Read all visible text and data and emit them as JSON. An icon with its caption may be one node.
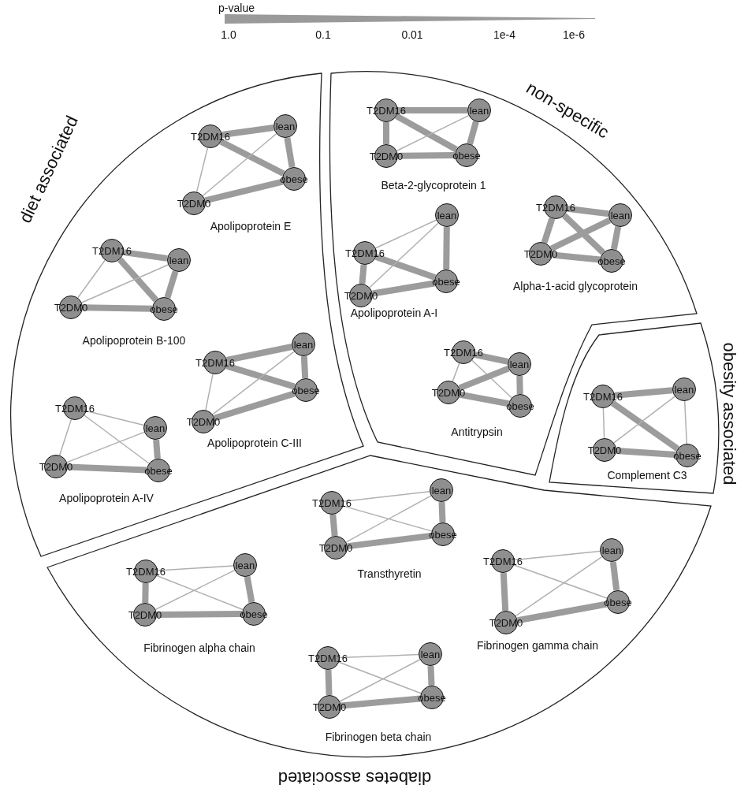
{
  "diagram": {
    "nodes": [
      {
        "text": [
          "diet associated"
        ]
      },
      {
        "text": [
          "T2DM16"
        ],
        "in": 0
      },
      {
        "text": [
          "lean"
        ],
        "in": 0
      },
      {
        "text": [
          "obese"
        ],
        "in": 0
      },
      {
        "text": [
          "T2DM0"
        ],
        "in": 0
      },
      {
        "text": [
          "T2DM16"
        ],
        "in": 0
      },
      {
        "text": [
          "lean"
        ],
        "in": 0
      },
      {
        "text": [
          "obese"
        ],
        "in": 0
      },
      {
        "text": [
          "T2DM0"
        ],
        "in": 0
      },
      {
        "text": [
          "T2DM16"
        ],
        "in": 0
      },
      {
        "text": [
          "lean"
        ],
        "in": 0
      },
      {
        "text": [
          "obese"
        ],
        "in": 0
      },
      {
        "text": [
          "T2DM0"
        ],
        "in": 0
      },
      {
        "text": [
          "T2DM16"
        ],
        "in": 0
      },
      {
        "text": [
          "lean"
        ],
        "in": 0
      },
      {
        "text": [
          "obese"
        ],
        "in": 0
      },
      {
        "text": [
          "T2DM0"
        ],
        "in": 0
      },
      {
        "text": [
          "non-specific"
        ]
      },
      {
        "text": [
          "T2DM16"
        ],
        "in": 17
      },
      {
        "text": [
          "lean"
        ],
        "in": 17
      },
      {
        "text": [
          "obese"
        ],
        "in": 17
      },
      {
        "text": [
          "T2DM0"
        ],
        "in": 17
      },
      {
        "text": [
          "T2DM16"
        ],
        "in": 17
      },
      {
        "text": [
          "lean"
        ],
        "in": 17
      },
      {
        "text": [
          "obese"
        ],
        "in": 17
      },
      {
        "text": [
          "T2DM0"
        ],
        "in": 17
      },
      {
        "text": [
          "T2DM16"
        ],
        "in": 17
      },
      {
        "text": [
          "lean"
        ],
        "in": 17
      },
      {
        "text": [
          "obese"
        ],
        "in": 17
      },
      {
        "text": [
          "T2DM0"
        ],
        "in": 17
      },
      {
        "text": [
          "T2DM16"
        ],
        "in": 17
      },
      {
        "text": [
          "lean"
        ],
        "in": 17
      },
      {
        "text": [
          "obese"
        ],
        "in": 17
      },
      {
        "text": [
          "T2DM0"
        ],
        "in": 17
      },
      {
        "text": [
          "obesity associated"
        ]
      },
      {
        "text": [
          "T2DM16"
        ],
        "in": 34
      },
      {
        "text": [
          "lean"
        ],
        "in": 34
      },
      {
        "text": [
          "obese"
        ],
        "in": 34
      },
      {
        "text": [
          "T2DM0"
        ],
        "in": 34
      },
      {
        "text": [
          "diabetes associated"
        ]
      },
      {
        "text": [
          "T2DM16"
        ],
        "in": 39
      },
      {
        "text": [
          "lean"
        ],
        "in": 39
      },
      {
        "text": [
          "obese"
        ],
        "in": 39
      },
      {
        "text": [
          "T2DM0"
        ],
        "in": 39
      },
      {
        "text": [
          "T2DM16"
        ],
        "in": 39
      },
      {
        "text": [
          "lean"
        ],
        "in": 39
      },
      {
        "text": [
          "obese"
        ],
        "in": 39
      },
      {
        "text": [
          "T2DM0"
        ],
        "in": 39
      },
      {
        "text": [
          "T2DM16"
        ],
        "in": 39
      },
      {
        "text": [
          "lean"
        ],
        "in": 39
      },
      {
        "text": [
          "obese"
        ],
        "in": 39
      },
      {
        "text": [
          "T2DM0"
        ],
        "in": 39
      },
      {
        "text": [
          "T2DM16"
        ],
        "in": 39
      },
      {
        "text": [
          "lean"
        ],
        "in": 39
      },
      {
        "text": [
          "obese"
        ],
        "in": 39
      },
      {
        "text": [
          "T2DM0"
        ],
        "in": 39
      }
    ],
    "edges": [
      {
        "from": 1,
        "to": 2,
        "arrow": "none"
      },
      {
        "from": 1,
        "to": 3,
        "arrow": "none"
      },
      {
        "from": 1,
        "to": 4,
        "arrow": "none",
        "color": "#b0b0b0"
      },
      {
        "from": 2,
        "to": 3,
        "arrow": "none"
      },
      {
        "from": 2,
        "to": 4,
        "arrow": "none",
        "color": "#b0b0b0"
      },
      {
        "from": 3,
        "to": 4,
        "arrow": "none"
      },
      {
        "from": 5,
        "to": 6,
        "arrow": "none"
      },
      {
        "from": 5,
        "to": 7,
        "arrow": "none"
      },
      {
        "from": 5,
        "to": 8,
        "arrow": "none",
        "color": "#b0b0b0"
      },
      {
        "from": 6,
        "to": 7,
        "arrow": "none"
      },
      {
        "from": 6,
        "to": 8,
        "arrow": "none",
        "color": "#b0b0b0"
      },
      {
        "from": 7,
        "to": 8,
        "arrow": "none"
      },
      {
        "from": 9,
        "to": 10,
        "arrow": "none"
      },
      {
        "from": 9,
        "to": 11,
        "arrow": "none"
      },
      {
        "from": 9,
        "to": 12,
        "arrow": "none",
        "color": "#b0b0b0"
      },
      {
        "from": 10,
        "to": 11,
        "arrow": "none"
      },
      {
        "from": 10,
        "to": 12,
        "arrow": "none",
        "color": "#b0b0b0"
      },
      {
        "from": 11,
        "to": 12,
        "arrow": "none"
      },
      {
        "from": 13,
        "to": 14,
        "arrow": "none",
        "color": "#b0b0b0"
      },
      {
        "from": 13,
        "to": 15,
        "arrow": "none",
        "color": "#b0b0b0"
      },
      {
        "from": 13,
        "to": 16,
        "arrow": "none",
        "color": "#b0b0b0"
      },
      {
        "from": 14,
        "to": 15,
        "arrow": "none"
      },
      {
        "from": 14,
        "to": 16,
        "arrow": "none",
        "color": "#b0b0b0"
      },
      {
        "from": 15,
        "to": 16,
        "arrow": "none"
      },
      {
        "from": 18,
        "to": 19,
        "arrow": "none"
      },
      {
        "from": 18,
        "to": 20,
        "arrow": "none"
      },
      {
        "from": 18,
        "to": 21,
        "arrow": "none"
      },
      {
        "from": 19,
        "to": 20,
        "arrow": "none"
      },
      {
        "from": 19,
        "to": 21,
        "arrow": "none",
        "color": "#b0b0b0"
      },
      {
        "from": 20,
        "to": 21,
        "arrow": "none"
      },
      {
        "from": 22,
        "to": 23,
        "arrow": "none",
        "color": "#b0b0b0"
      },
      {
        "from": 22,
        "to": 24,
        "arrow": "none"
      },
      {
        "from": 22,
        "to": 25,
        "arrow": "none"
      },
      {
        "from": 23,
        "to": 24,
        "arrow": "none"
      },
      {
        "from": 23,
        "to": 25,
        "arrow": "none",
        "color": "#b0b0b0"
      },
      {
        "from": 24,
        "to": 25,
        "arrow": "none"
      },
      {
        "from": 26,
        "to": 27,
        "arrow": "none"
      },
      {
        "from": 26,
        "to": 28,
        "arrow": "none"
      },
      {
        "from": 26,
        "to": 29,
        "arrow": "none"
      },
      {
        "from": 27,
        "to": 28,
        "arrow": "none"
      },
      {
        "from": 27,
        "to": 29,
        "arrow": "none"
      },
      {
        "from": 28,
        "to": 29,
        "arrow": "none"
      },
      {
        "from": 30,
        "to": 31,
        "arrow": "none"
      },
      {
        "from": 30,
        "to": 32,
        "arrow": "none",
        "color": "#b0b0b0"
      },
      {
        "from": 30,
        "to": 33,
        "arrow": "none",
        "color": "#b0b0b0"
      },
      {
        "from": 31,
        "to": 32,
        "arrow": "none"
      },
      {
        "from": 31,
        "to": 33,
        "arrow": "none"
      },
      {
        "from": 32,
        "to": 33,
        "arrow": "none"
      },
      {
        "from": 35,
        "to": 36,
        "arrow": "none"
      },
      {
        "from": 35,
        "to": 37,
        "arrow": "none"
      },
      {
        "from": 35,
        "to": 38,
        "arrow": "none",
        "color": "#b0b0b0"
      },
      {
        "from": 36,
        "to": 37,
        "arrow": "none",
        "color": "#b0b0b0"
      },
      {
        "from": 36,
        "to": 38,
        "arrow": "none",
        "color": "#b0b0b0"
      },
      {
        "from": 37,
        "to": 38,
        "arrow": "none"
      },
      {
        "from": 40,
        "to": 41,
        "arrow": "none",
        "color": "#b0b0b0"
      },
      {
        "from": 40,
        "to": 42,
        "arrow": "none",
        "color": "#b0b0b0"
      },
      {
        "from": 40,
        "to": 43,
        "arrow": "none"
      },
      {
        "from": 41,
        "to": 42,
        "arrow": "none"
      },
      {
        "from": 41,
        "to": 43,
        "arrow": "none",
        "color": "#b0b0b0"
      },
      {
        "from": 42,
        "to": 43,
        "arrow": "none"
      },
      {
        "from": 44,
        "to": 45,
        "arrow": "none",
        "color": "#b0b0b0"
      },
      {
        "from": 44,
        "to": 46,
        "arrow": "none",
        "color": "#b0b0b0"
      },
      {
        "from": 44,
        "to": 47,
        "arrow": "none"
      },
      {
        "from": 45,
        "to": 46,
        "arrow": "none"
      },
      {
        "from": 45,
        "to": 47,
        "arrow": "none",
        "color": "#b0b0b0"
      },
      {
        "from": 46,
        "to": 47,
        "arrow": "none"
      },
      {
        "from": 48,
        "to": 49,
        "arrow": "none",
        "color": "#b0b0b0"
      },
      {
        "from": 48,
        "to": 50,
        "arrow": "none",
        "color": "#b0b0b0"
      },
      {
        "from": 48,
        "to": 51,
        "arrow": "none"
      },
      {
        "from": 49,
        "to": 50,
        "arrow": "none"
      },
      {
        "from": 49,
        "to": 51,
        "arrow": "none",
        "color": "#b0b0b0"
      },
      {
        "from": 50,
        "to": 51,
        "arrow": "none"
      },
      {
        "from": 52,
        "to": 53,
        "arrow": "none",
        "color": "#b0b0b0"
      },
      {
        "from": 52,
        "to": 54,
        "arrow": "none",
        "color": "#b0b0b0"
      },
      {
        "from": 52,
        "to": 55,
        "arrow": "none"
      },
      {
        "from": 53,
        "to": 54,
        "arrow": "none"
      },
      {
        "from": 53,
        "to": 55,
        "arrow": "none",
        "color": "#b0b0b0"
      },
      {
        "from": 54,
        "to": 55,
        "arrow": "none"
      }
    ],
    "labels": [
      "p-value",
      "1.0",
      "0.1",
      "0.01",
      "1e-4",
      "1e-6",
      "Apolipoprotein E",
      "Apolipoprotein B-100",
      "Apolipoprotein C-III",
      "Apolipoprotein A-IV",
      "Beta-2-glycoprotein 1",
      "Apolipoprotein A-I",
      "Alpha-1-acid glycoprotein",
      "Antitrypsin",
      "Complement C3",
      "Transthyretin",
      "Fibrinogen alpha chain",
      "Fibrinogen gamma chain",
      "Fibrinogen beta chain"
    ]
  }
}
